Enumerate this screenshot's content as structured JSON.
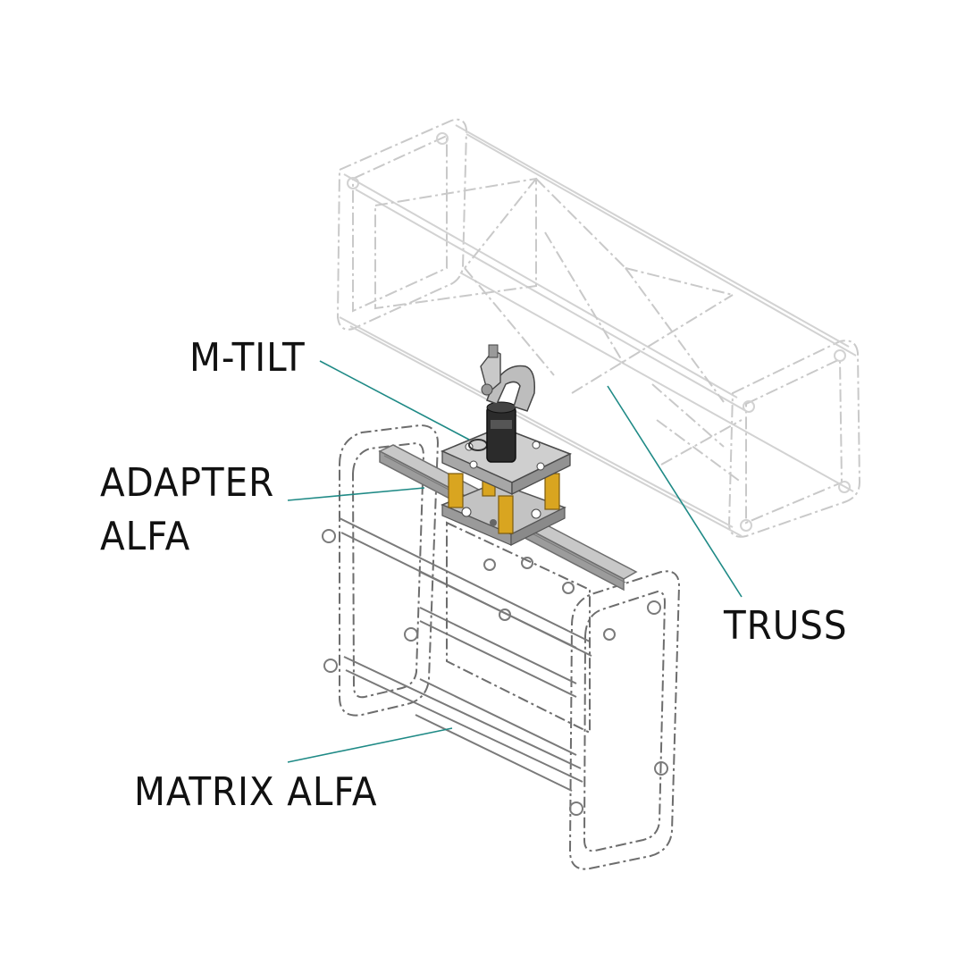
{
  "labels": {
    "mtilt": "M-TILT",
    "adapter_line1": "ADAPTER",
    "adapter_line2": "ALFA",
    "truss": "TRUSS",
    "matrix": "MATRIX ALFA"
  },
  "colors": {
    "leader": "#1f8a86",
    "brass": "#d9a520",
    "steel": "#b9b9b9",
    "dark": "#2b2b2b"
  }
}
